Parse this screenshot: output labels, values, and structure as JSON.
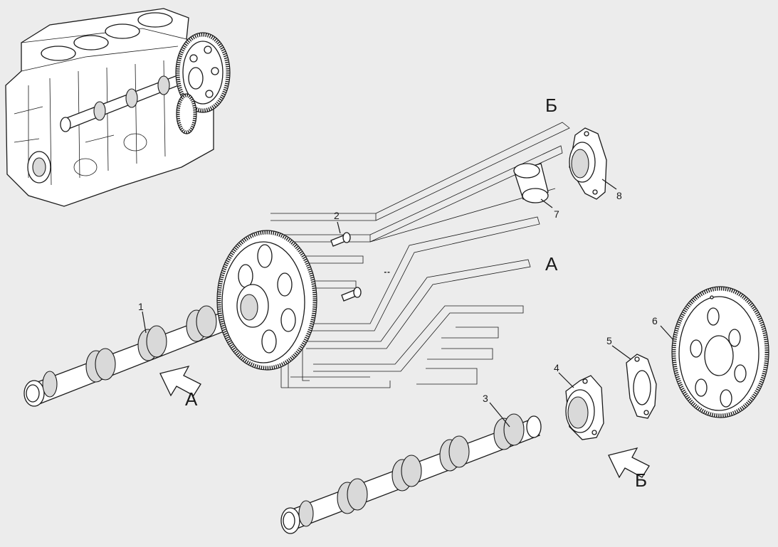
{
  "diagram": {
    "view_letters": {
      "b_top": "Б",
      "a_right": "А",
      "a_arrow": "А",
      "b_arrow": "Б"
    },
    "callouts": [
      "1",
      "2",
      "3",
      "4",
      "5",
      "6",
      "7",
      "8"
    ]
  }
}
